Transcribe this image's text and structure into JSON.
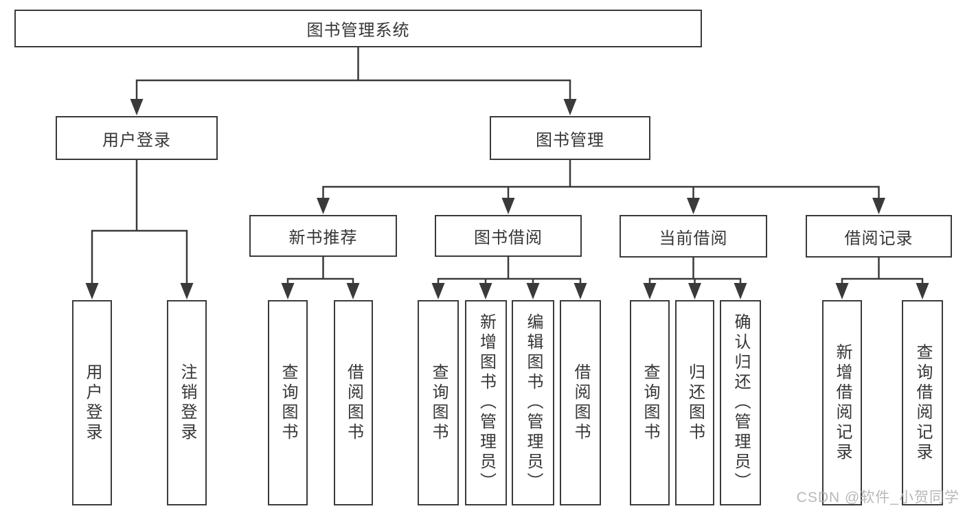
{
  "nodes": {
    "root": "图书管理系统",
    "user_login": "用户登录",
    "book_management": "图书管理",
    "new_book_recommend": "新书推荐",
    "book_borrowing": "图书借阅",
    "current_borrowing": "当前借阅",
    "borrowing_records": "借阅记录",
    "user_login_leaf": "用户登录",
    "logout_leaf": "注销登录",
    "query_books_1": "查询图书",
    "borrow_books_1": "借阅图书",
    "query_books_2": "查询图书",
    "add_books_admin": "新增图书（管理员）",
    "edit_books_admin": "编辑图书（管理员）",
    "borrow_books_2": "借阅图书",
    "query_books_3": "查询图书",
    "return_books": "归还图书",
    "confirm_return_admin": "确认归还（管理员）",
    "add_borrow_record": "新增借阅记录",
    "query_borrow_record": "查询借阅记录"
  },
  "watermark": "CSDN @软件_小贺同学",
  "colors": {
    "line": "#3a3a3a",
    "text": "#363636",
    "background": "#ffffff",
    "watermark": "#b1b1b1"
  }
}
